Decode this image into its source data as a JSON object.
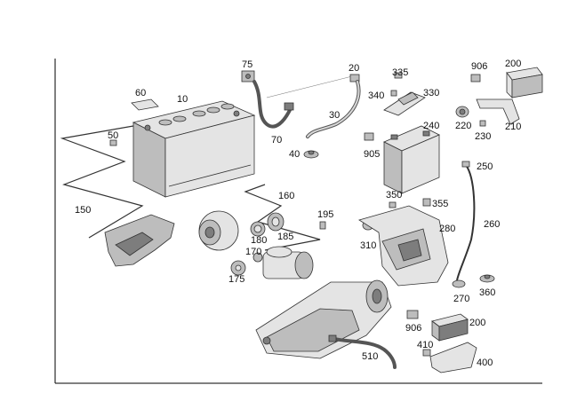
{
  "callouts": [
    {
      "key": "c75",
      "label": "75"
    },
    {
      "key": "c20",
      "label": "20"
    },
    {
      "key": "c335",
      "label": "335"
    },
    {
      "key": "c906a",
      "label": "906"
    },
    {
      "key": "c200a",
      "label": "200"
    },
    {
      "key": "c60",
      "label": "60"
    },
    {
      "key": "c10",
      "label": "10"
    },
    {
      "key": "c340",
      "label": "340"
    },
    {
      "key": "c330",
      "label": "330"
    },
    {
      "key": "c30",
      "label": "30"
    },
    {
      "key": "c240",
      "label": "240"
    },
    {
      "key": "c220",
      "label": "220"
    },
    {
      "key": "c210",
      "label": "210"
    },
    {
      "key": "c50",
      "label": "50"
    },
    {
      "key": "c230",
      "label": "230"
    },
    {
      "key": "c70",
      "label": "70"
    },
    {
      "key": "c40",
      "label": "40"
    },
    {
      "key": "c905",
      "label": "905"
    },
    {
      "key": "c250",
      "label": "250"
    },
    {
      "key": "c160",
      "label": "160"
    },
    {
      "key": "c350",
      "label": "350"
    },
    {
      "key": "c355",
      "label": "355"
    },
    {
      "key": "c150",
      "label": "150"
    },
    {
      "key": "c195",
      "label": "195"
    },
    {
      "key": "c260",
      "label": "260"
    },
    {
      "key": "c280",
      "label": "280"
    },
    {
      "key": "c180",
      "label": "180"
    },
    {
      "key": "c185",
      "label": "185"
    },
    {
      "key": "c310",
      "label": "310"
    },
    {
      "key": "c170",
      "label": "170"
    },
    {
      "key": "c175",
      "label": "175"
    },
    {
      "key": "c270",
      "label": "270"
    },
    {
      "key": "c360",
      "label": "360"
    },
    {
      "key": "c200b",
      "label": "200"
    },
    {
      "key": "c906b",
      "label": "906"
    },
    {
      "key": "c410",
      "label": "410"
    },
    {
      "key": "c510",
      "label": "510"
    },
    {
      "key": "c400",
      "label": "400"
    }
  ]
}
